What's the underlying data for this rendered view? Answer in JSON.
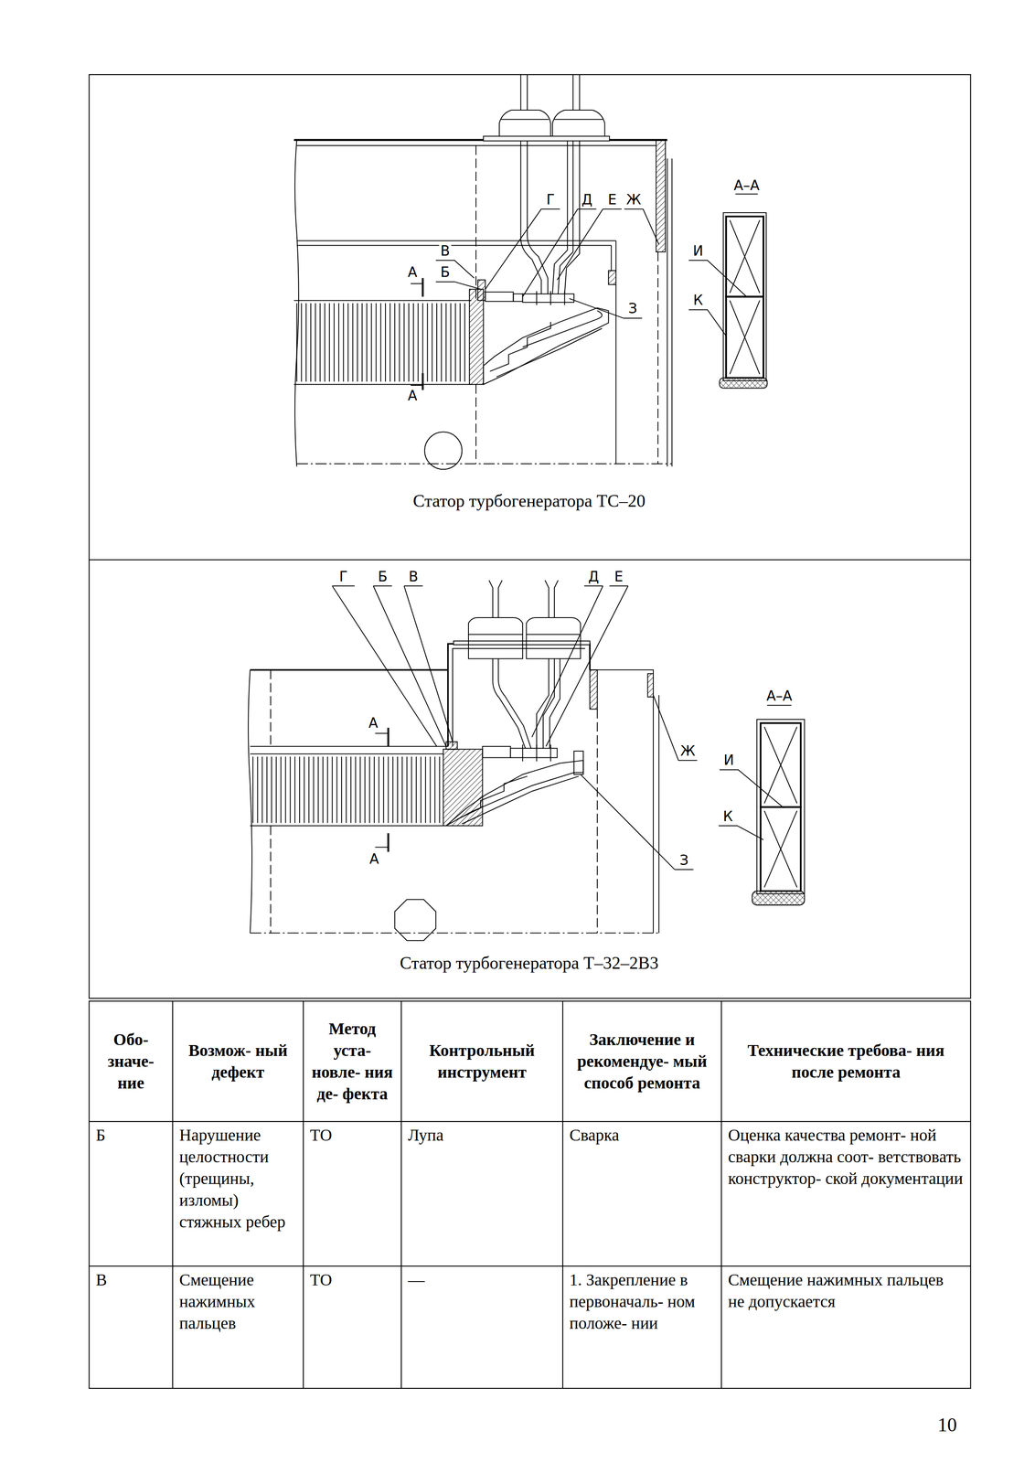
{
  "diagram": {
    "labels": [
      "Г",
      "Д",
      "Е",
      "Ж",
      "В",
      "А",
      "Б",
      "З",
      "А",
      "А–А",
      "И",
      "К",
      "Статор турбогенератора ТС–20",
      "Г",
      "Б",
      "В",
      "Д",
      "Е",
      "А",
      "Ж",
      "И",
      "К",
      "З",
      "А",
      "А–А",
      "Статор турбогенератора Т–32–2В3",
      "Обо- значе- ние",
      "Возмож- ный дефект",
      "Метод уста- новле- ния де- фекта",
      "Контрольный инструмент",
      "Заключение и рекомендуе- мый способ ремонта",
      "Технические требова- ния после ремонта",
      "Б",
      "Нарушение целостности (трещины, изломы) стяжных ребер",
      "ТО",
      "Лупа",
      "Сварка",
      "Оценка качества ремонт- ной сварки должна соот- ветствовать конструктор- ской документации",
      "В",
      "Смещение нажимных пальцев",
      "ТО",
      "—",
      "1. Закрепление в первоначаль- ном положе- нии",
      "Смещение нажимных пальцев не допускается",
      "10"
    ]
  }
}
